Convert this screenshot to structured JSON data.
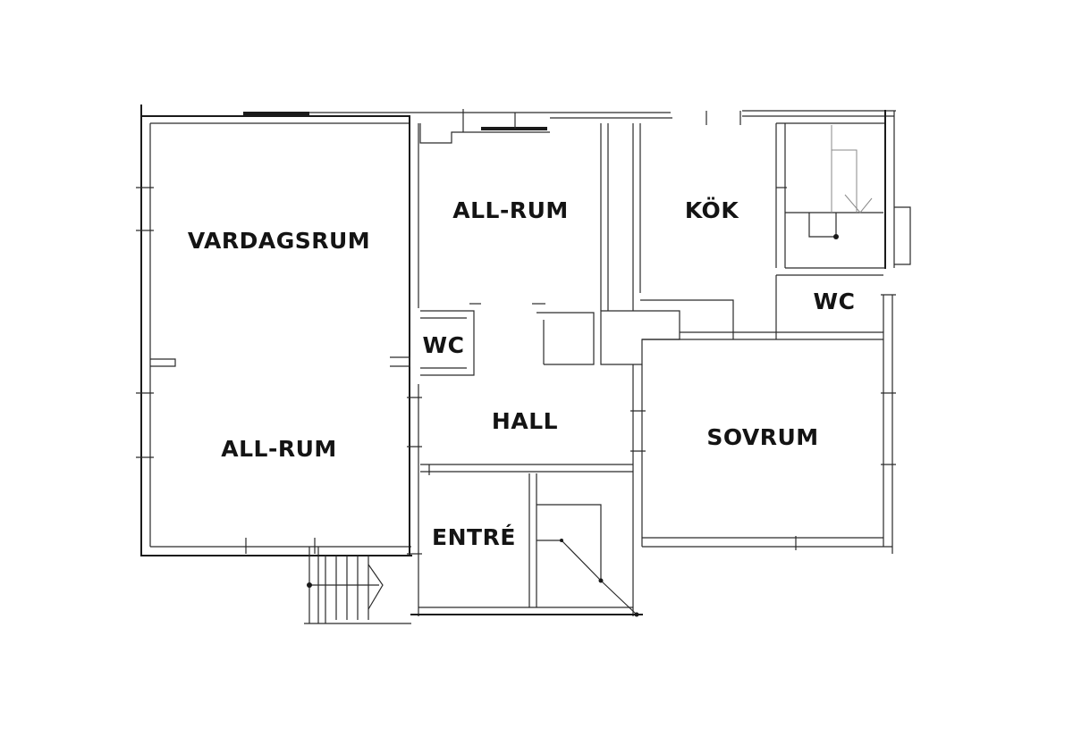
{
  "plan": {
    "rooms": [
      {
        "id": "vardagsrum",
        "label": "VARDAGSRUM"
      },
      {
        "id": "all-rum-top",
        "label": "ALL-RUM"
      },
      {
        "id": "kok",
        "label": "KÖK"
      },
      {
        "id": "wc-right",
        "label": "WC"
      },
      {
        "id": "wc-left",
        "label": "WC"
      },
      {
        "id": "hall",
        "label": "HALL"
      },
      {
        "id": "sovrum",
        "label": "SOVRUM"
      },
      {
        "id": "all-rum-bottom",
        "label": "ALL-RUM"
      },
      {
        "id": "entre",
        "label": "ENTRÉ"
      }
    ]
  }
}
